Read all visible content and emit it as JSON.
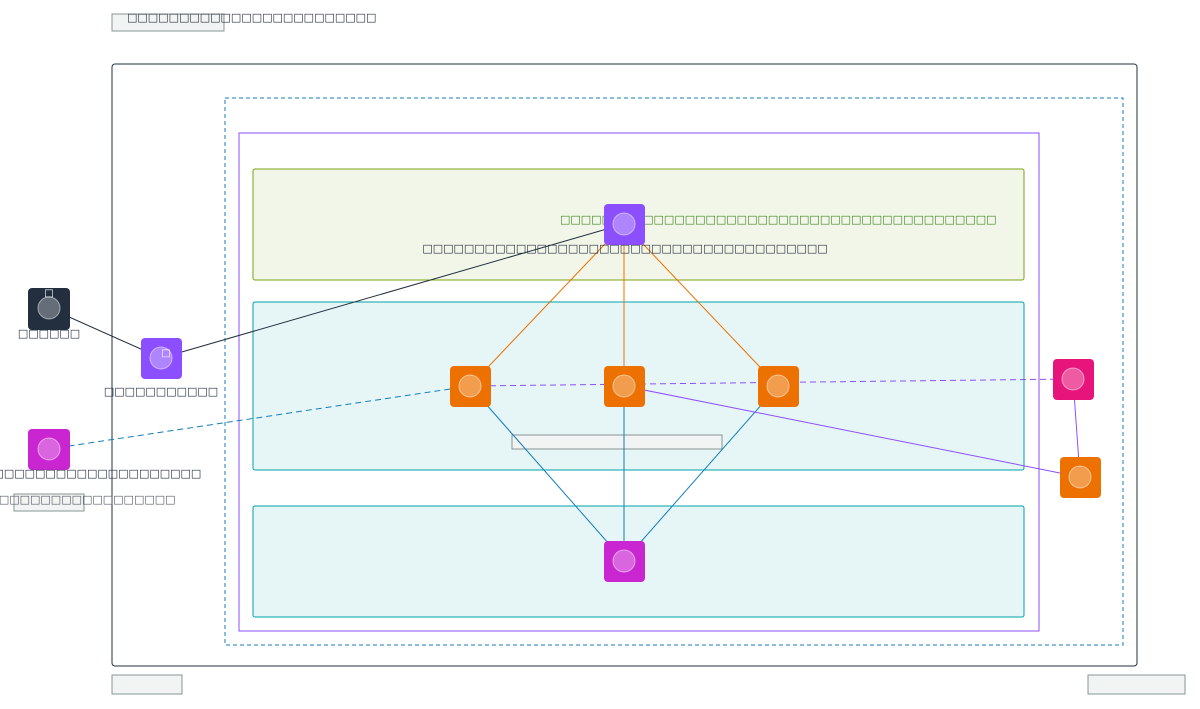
{
  "diagram": {
    "title": "□□□□□□□□□□□□□□□□□□□□□□□□",
    "boxes": {
      "outer": {
        "stroke": "#232f3e",
        "style": "solid"
      },
      "dashed": {
        "stroke": "#147eba",
        "style": "dashed"
      },
      "inner": {
        "stroke": "#8c4fff",
        "style": "solid"
      },
      "top_band": {
        "stroke": "#7aa116",
        "fill": "#f2f6e8",
        "label": "□□□□□□□□□□□□□□□□□□□□□□□□□□□□□□□□□□□□□□□□□□",
        "label_color": "#3f8624"
      },
      "mid_band": {
        "stroke": "#00a4a6",
        "fill": "#e6f6f7"
      },
      "low_band": {
        "stroke": "#00a4a6",
        "fill": "#e6f6f7"
      }
    },
    "nodes": {
      "user": {
        "label": "□□□□□□",
        "color": "#232f3e",
        "icon": "user-icon",
        "badge": "□"
      },
      "gateway": {
        "label": "□□□□□□□□□□□",
        "color": "#8c4fff",
        "icon": "gateway-icon",
        "badge": "□"
      },
      "ext_service": {
        "label": "□□□□□□□□□□□□□□□□□□□□□□□□□□□",
        "color": "#c925d1",
        "icon": "service-icon",
        "sublabel": "□□□□□□□□□□□□□□□□□□□□□□□"
      },
      "top_node": {
        "label": "□□□□□□□□□□□□□□□□□□□□□□□□□□□□□□□□□□□□□□□",
        "color": "#8c4fff",
        "icon": "network-icon"
      },
      "compute_left": {
        "color": "#ed7100",
        "icon": "compute-icon"
      },
      "compute_mid": {
        "color": "#ed7100",
        "icon": "compute-icon"
      },
      "compute_right": {
        "color": "#ed7100",
        "icon": "compute-icon"
      },
      "database": {
        "color": "#c925d1",
        "icon": "database-icon"
      },
      "right_pink": {
        "color": "#e7157b",
        "icon": "queue-icon"
      },
      "right_orange": {
        "color": "#ed7100",
        "icon": "compute-icon"
      }
    },
    "edges": [
      {
        "from": "user",
        "to": "gateway",
        "color": "#232f3e",
        "style": "solid"
      },
      {
        "from": "gateway",
        "to": "top_node",
        "color": "#232f3e",
        "style": "solid"
      },
      {
        "from": "top_node",
        "to": "compute_left",
        "color": "#ed7100",
        "style": "solid"
      },
      {
        "from": "top_node",
        "to": "compute_mid",
        "color": "#ed7100",
        "style": "solid"
      },
      {
        "from": "top_node",
        "to": "compute_right",
        "color": "#ed7100",
        "style": "solid"
      },
      {
        "from": "compute_left",
        "to": "database",
        "color": "#147eba",
        "style": "solid"
      },
      {
        "from": "compute_mid",
        "to": "database",
        "color": "#147eba",
        "style": "solid"
      },
      {
        "from": "compute_right",
        "to": "database",
        "color": "#147eba",
        "style": "solid"
      },
      {
        "from": "ext_service",
        "to": "compute_left",
        "color": "#147eba",
        "style": "dashed"
      },
      {
        "from": "compute_left",
        "to": "right_pink",
        "color": "#8c4fff",
        "style": "dashed"
      },
      {
        "from": "right_pink",
        "to": "right_orange",
        "color": "#8c4fff",
        "style": "solid"
      },
      {
        "from": "right_orange",
        "to": "compute_mid",
        "color": "#8c4fff",
        "style": "solid"
      }
    ]
  }
}
